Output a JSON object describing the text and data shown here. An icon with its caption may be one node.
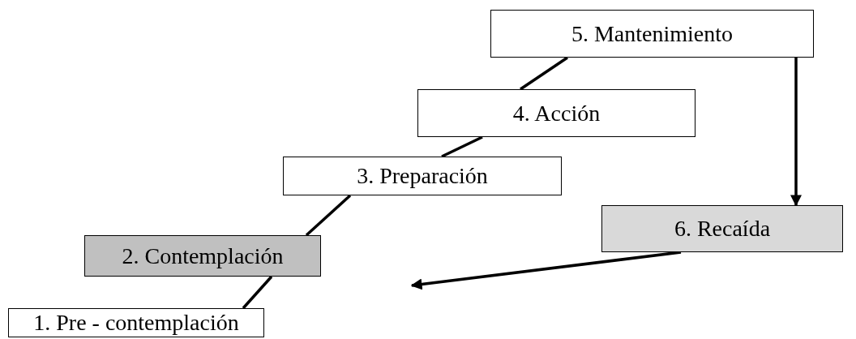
{
  "diagram": {
    "nodes": [
      {
        "text": [
          "1.  Pre - contemplación"
        ]
      },
      {
        "text": [
          "2.  Contemplación"
        ]
      },
      {
        "text": [
          "3.  Preparación"
        ]
      },
      {
        "text": [
          "4.  Acción"
        ]
      },
      {
        "text": [
          "5.  Mantenimiento"
        ]
      },
      {
        "text": [
          "6.  Recaída"
        ]
      }
    ],
    "edges": [
      {
        "from": 0,
        "to": 1,
        "arrow": "none"
      },
      {
        "from": 1,
        "to": 2,
        "arrow": "none"
      },
      {
        "from": 2,
        "to": 3,
        "arrow": "none"
      },
      {
        "from": 3,
        "to": 4,
        "arrow": "none"
      },
      {
        "from": 4,
        "to": 5,
        "arrow": "to"
      },
      {
        "from": 5,
        "to": null,
        "arrow": "to"
      }
    ]
  }
}
